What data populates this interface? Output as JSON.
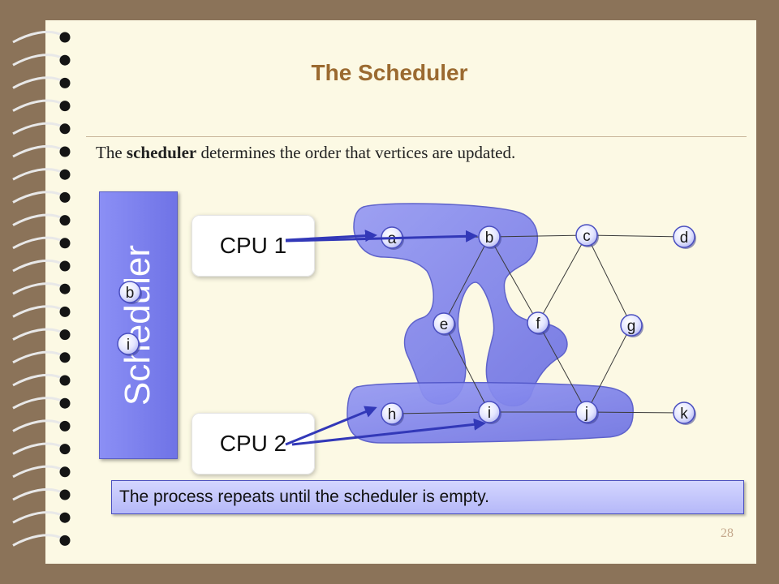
{
  "slide": {
    "title": "The Scheduler",
    "intro_before": "The ",
    "intro_bold": "scheduler",
    "intro_after": " determines the order that vertices are updated.",
    "page_number": "28"
  },
  "scheduler": {
    "label": "Scheduler",
    "queue": [
      "b",
      "i"
    ]
  },
  "cpus": [
    {
      "label": "CPU 1",
      "target": "b"
    },
    {
      "label": "CPU 2",
      "target": "i"
    }
  ],
  "graph": {
    "vertices": [
      "a",
      "b",
      "c",
      "d",
      "e",
      "f",
      "g",
      "h",
      "i",
      "j",
      "k"
    ],
    "edges": [
      [
        "a",
        "b"
      ],
      [
        "b",
        "c"
      ],
      [
        "c",
        "d"
      ],
      [
        "b",
        "e"
      ],
      [
        "b",
        "f"
      ],
      [
        "c",
        "f"
      ],
      [
        "c",
        "g"
      ],
      [
        "e",
        "i"
      ],
      [
        "f",
        "j"
      ],
      [
        "g",
        "j"
      ],
      [
        "h",
        "i"
      ],
      [
        "i",
        "j"
      ],
      [
        "j",
        "k"
      ]
    ]
  },
  "caption": "The process repeats until the scheduler is empty.",
  "colors": {
    "accent": "#7b7ff0",
    "arrow": "#3238b8",
    "title": "#9b6a30",
    "ring_background": "#8b7359"
  }
}
